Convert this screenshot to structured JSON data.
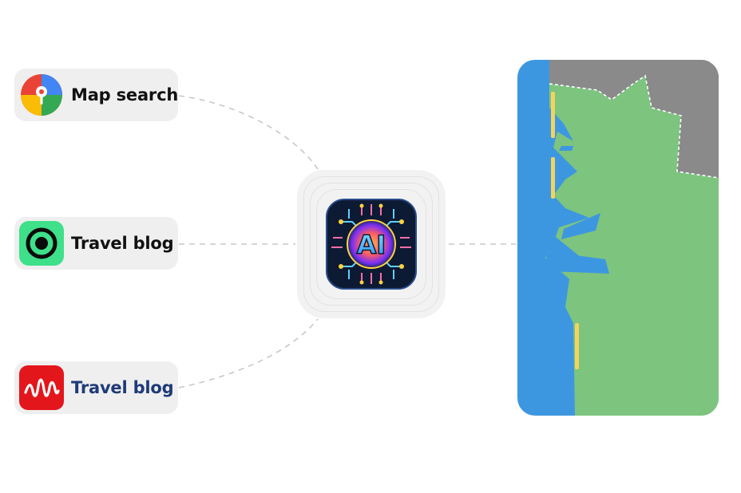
{
  "sources": [
    {
      "label": "Map search",
      "icon": "map-pin-icon"
    },
    {
      "label": "Travel blog",
      "icon": "target-icon"
    },
    {
      "label": "Travel blog",
      "icon": "wave-logo-icon"
    }
  ],
  "hub": {
    "label": "AI",
    "icon": "ai-chip-icon"
  },
  "result": {
    "icon": "map-icon"
  },
  "colors": {
    "pill_bg": "#efefef",
    "connector": "#c8c8c8",
    "map_water": "#3d97e0",
    "map_land": "#7dc47e",
    "map_gray": "#8a8a8a",
    "map_highlight": "#f4d35e",
    "blog_green": "#3ee08a",
    "blog_red": "#e3161c"
  }
}
